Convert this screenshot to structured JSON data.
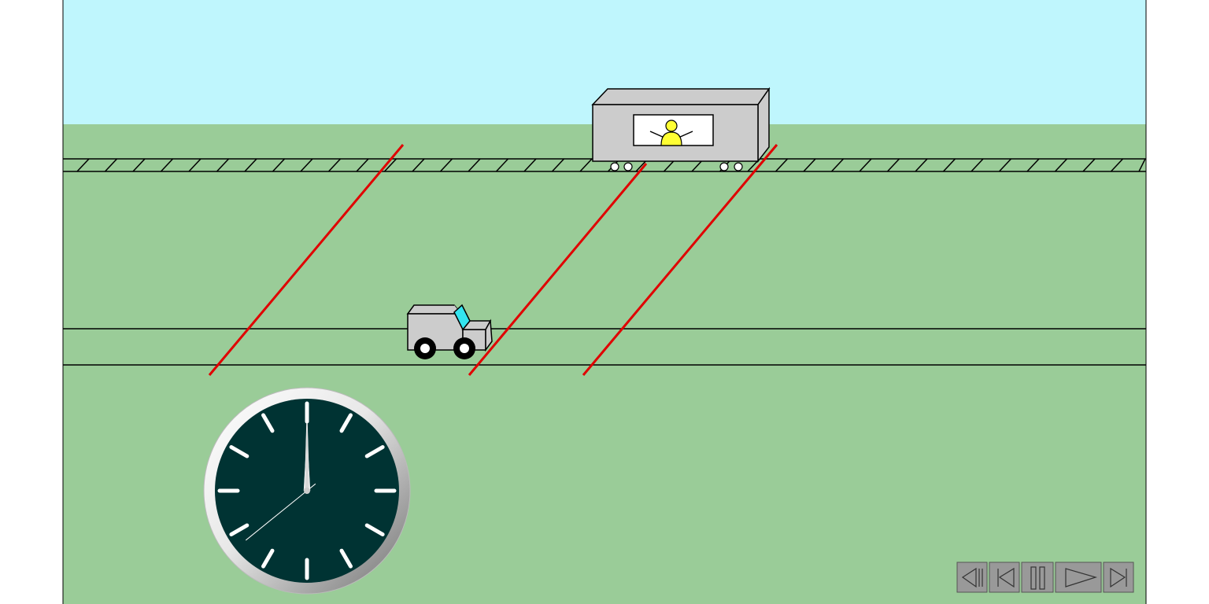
{
  "scene": {
    "colors": {
      "sky": "#bff6fd",
      "grass": "#9acc98",
      "rail_line": "#000000",
      "worldline": "#e00000",
      "train_body": "#cccccc",
      "passenger": "#ffff33",
      "car_body": "#cccccc",
      "car_window": "#33e5f0",
      "clock_face": "#003333",
      "clock_marks": "#ffffff",
      "button_fill": "#999999"
    },
    "clock": {
      "hour": 0,
      "minute": 0,
      "second": 38.5,
      "marks": 12
    },
    "controls": [
      {
        "name": "rewind-button",
        "icon": "rewind-icon"
      },
      {
        "name": "skip-to-start-button",
        "icon": "skip-start-icon"
      },
      {
        "name": "pause-button",
        "icon": "pause-icon"
      },
      {
        "name": "play-button",
        "icon": "play-icon"
      },
      {
        "name": "skip-to-end-button",
        "icon": "skip-end-icon"
      }
    ]
  }
}
